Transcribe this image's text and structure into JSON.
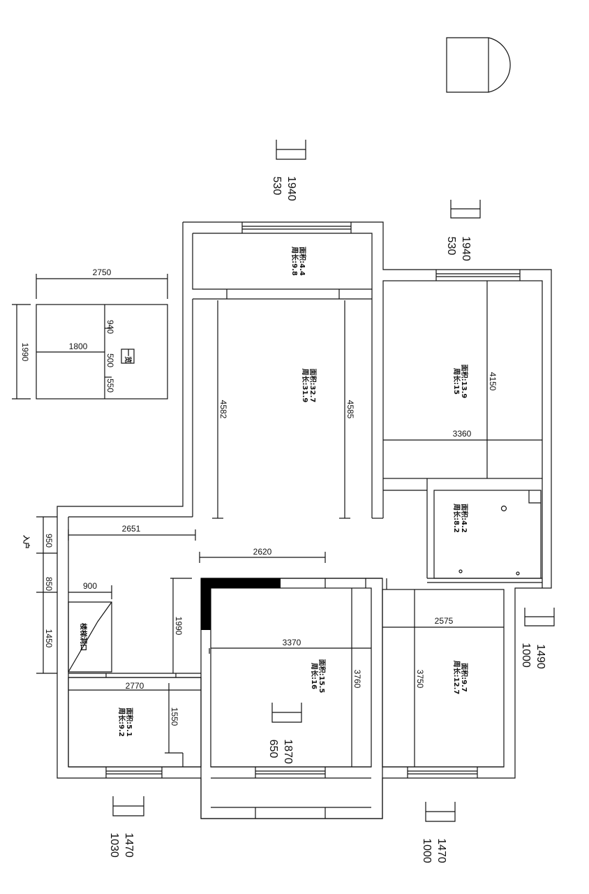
{
  "room_labels": [
    {
      "area": "面积:4.4",
      "perimeter": "周长:9.8"
    },
    {
      "area": "面积:32.7",
      "perimeter": "周长:31.9"
    },
    {
      "area": "面积:13.9",
      "perimeter": "周长:15"
    },
    {
      "area": "面积:4.2",
      "perimeter": "周长:8.2"
    },
    {
      "area": "面积:15.5",
      "perimeter": "周长:16"
    },
    {
      "area": "面积:9.7",
      "perimeter": "周长:12.7"
    },
    {
      "area": "面积:5.1",
      "perimeter": "周长:9.2"
    }
  ],
  "dimensions": {
    "annex_width": "2750",
    "annex_height": "1990",
    "annex_1800": "1800",
    "annex_940": "940",
    "annex_500": "500",
    "annex_550": "550",
    "living_left": "4582",
    "living_right": "4585",
    "bed1_height": "4150",
    "bed1_width": "3360",
    "hall_2651": "2651",
    "hall_2620": "2620",
    "left_950": "950",
    "left_850": "850",
    "left_1450": "1450",
    "stair_900": "900",
    "hall_1990": "1990",
    "bed2_width": "3370",
    "bed2_height": "3760",
    "bed3_width": "2575",
    "bed3_height": "3750",
    "bath_width": "2770",
    "bath_height": "1550"
  },
  "windows": [
    {
      "a": "1940",
      "b": "530"
    },
    {
      "a": "1940",
      "b": "530"
    },
    {
      "a": "1490",
      "b": "1000"
    },
    {
      "a": "1870",
      "b": "650"
    },
    {
      "a": "1470",
      "b": "1030"
    },
    {
      "a": "1470",
      "b": "1000"
    }
  ],
  "labels": {
    "entrance": "入户",
    "stair_opening": "楼梯洞口",
    "annex_tag": "一览"
  }
}
